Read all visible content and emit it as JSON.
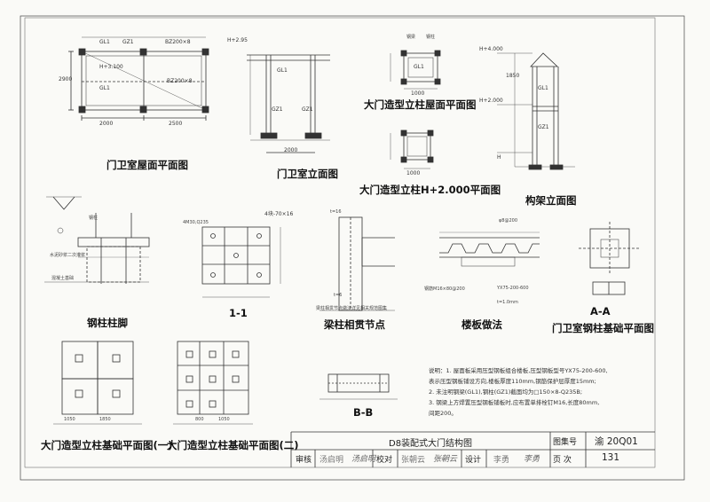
{
  "sheet": {
    "titles": {
      "gw_roof": "门卫室屋面平面图",
      "gw_elev": "门卫室立面图",
      "col_roof": "大门造型立柱屋面平面图",
      "col_h2": "大门造型立柱H+2.000平面图",
      "frame_elev": "构架立面图",
      "col_foot": "钢柱柱脚",
      "sec11": "1-1",
      "beam_joint": "梁柱相贯节点",
      "floor": "楼板做法",
      "gw_base": "门卫室钢柱基础平面图",
      "secAA": "A-A",
      "secBB": "B-B",
      "base1": "大门造型立柱基础平面图(一)",
      "base2": "大门造型立柱基础平面图(二)"
    },
    "labels": {
      "gl1": "GL1",
      "gz1": "GZ1",
      "bz": "BZ200×8",
      "h3100": "H+3.100",
      "h295": "H+2.95",
      "h4000": "H+4.000",
      "h2000": "H+2.000",
      "h": "H",
      "d2900": "2900",
      "d2000": "2000",
      "d2500": "2500",
      "d1000": "1000",
      "d1850": "1850",
      "gangzhu": "钢柱",
      "gangliang": "钢梁",
      "hunningtu": "混凝土基础",
      "zhuanjiao": "水泥砂浆二次灌浆",
      "anchor": "4M30,Q235",
      "plate": "4块-70×16",
      "t16": "t=16",
      "t6": "t=6",
      "phi": "φ8@200",
      "yx": "YX75-200-600",
      "t10": "t=1.0mm",
      "rebar": "钢筋M16×80@200",
      "note_joint": "梁柱相贯节点做法详见相关规范图集",
      "d1050": "1050",
      "d1850b": "1850",
      "d800": "800",
      "d1050b": "1050"
    },
    "notes": [
      "说明：1. 屋面板采用压型钢板组合楼板,压型钢板型号YX75-200-600,",
      "          表示压型钢板铺设方向,楼板厚度110mm,钢筋保护层厚度15mm;",
      "      2. 未注明钢梁(GL1),钢柱(GZ1)截面均为□150×8-Q235B;",
      "      3. 钢梁上方焊置压型钢板铺板时,应布置单排栓钉M16,长度80mm,",
      "          间距200。"
    ],
    "title_block": {
      "drawing_title": "D8装配式大门结构图",
      "atlas_label": "图集号",
      "atlas_no": "渝 20Q01",
      "review_label": "审核",
      "reviewer": "汤启明",
      "check_label": "校对",
      "checker": "张朝云",
      "design_label": "设计",
      "designer": "李勇",
      "page_label": "页 次",
      "page_no": "131"
    },
    "signatures": {
      "review_sig": "汤启明",
      "check_sig": "张朝云",
      "design_sig": "李勇"
    }
  }
}
